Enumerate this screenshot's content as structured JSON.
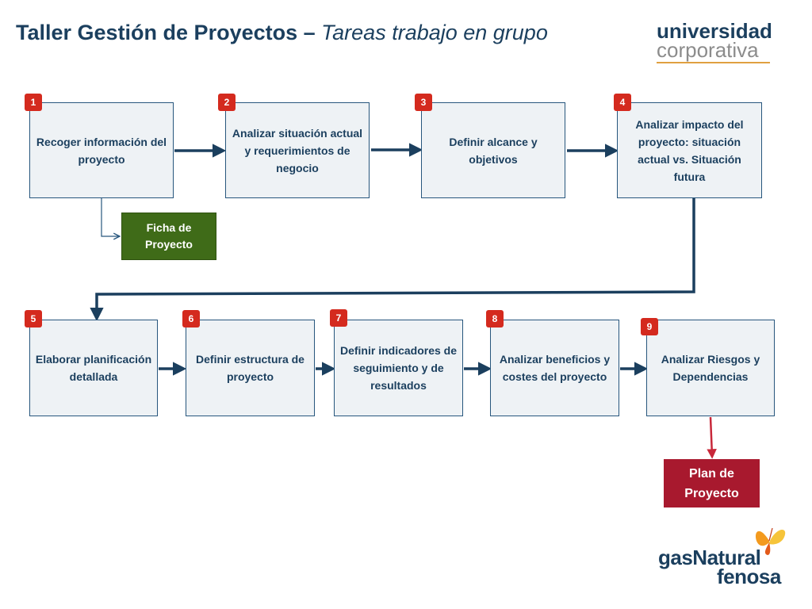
{
  "title": {
    "main": "Taller Gestión de Proyectos – ",
    "italic": "Tareas trabajo en grupo"
  },
  "logo_universidad": {
    "line1": "universidad",
    "line2": "corporativa"
  },
  "steps": [
    {
      "number": "1",
      "text": "Recoger información del proyecto"
    },
    {
      "number": "2",
      "text": "Analizar situación actual y requerimientos de negocio"
    },
    {
      "number": "3",
      "text": "Definir alcance y objetivos"
    },
    {
      "number": "4",
      "text": "Analizar impacto del proyecto: situación actual vs. Situación futura"
    },
    {
      "number": "5",
      "text": "Elaborar planificación detallada"
    },
    {
      "number": "6",
      "text": "Definir estructura de proyecto"
    },
    {
      "number": "7",
      "text": "Definir indicadores de seguimiento y de resultados"
    },
    {
      "number": "8",
      "text": "Analizar beneficios y costes del proyecto"
    },
    {
      "number": "9",
      "text": "Analizar Riesgos y Dependencias"
    }
  ],
  "ficha": "Ficha de Proyecto",
  "plan": "Plan de Proyecto",
  "logo_gas": {
    "line1": "gasNatural",
    "line2": "fenosa"
  },
  "colors": {
    "navy": "#1b3f5e",
    "box_fill": "#eef2f5",
    "badge_red": "#d42a1e",
    "ficha_green": "#3f6b18",
    "plan_red": "#a8192e",
    "arrow_red": "#c8283a"
  }
}
